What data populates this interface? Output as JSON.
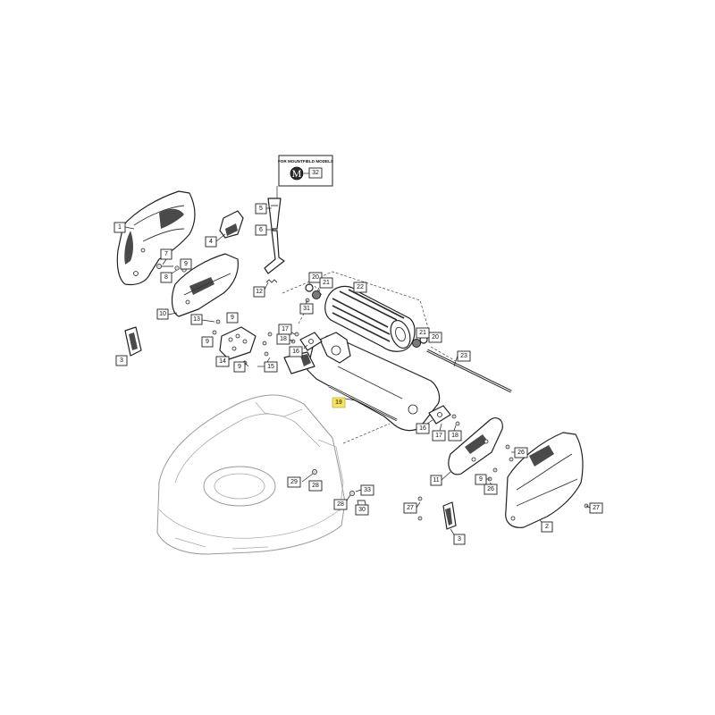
{
  "note": {
    "title": "FOR MOUNTFIELD MODELS",
    "logo_letter": "M",
    "part": "32"
  },
  "callouts": [
    {
      "id": "c1",
      "label": "1"
    },
    {
      "id": "c2",
      "label": "2"
    },
    {
      "id": "c3a",
      "label": "3"
    },
    {
      "id": "c3b",
      "label": "3"
    },
    {
      "id": "c4",
      "label": "4"
    },
    {
      "id": "c5",
      "label": "5"
    },
    {
      "id": "c6",
      "label": "6"
    },
    {
      "id": "c7",
      "label": "7"
    },
    {
      "id": "c8",
      "label": "8"
    },
    {
      "id": "c9a",
      "label": "9"
    },
    {
      "id": "c9b",
      "label": "9"
    },
    {
      "id": "c9c",
      "label": "9"
    },
    {
      "id": "c9d",
      "label": "9"
    },
    {
      "id": "c9e",
      "label": "9"
    },
    {
      "id": "c10",
      "label": "10"
    },
    {
      "id": "c11",
      "label": "11"
    },
    {
      "id": "c12",
      "label": "12"
    },
    {
      "id": "c13",
      "label": "13"
    },
    {
      "id": "c14",
      "label": "14"
    },
    {
      "id": "c15",
      "label": "15"
    },
    {
      "id": "c16a",
      "label": "16"
    },
    {
      "id": "c16b",
      "label": "16"
    },
    {
      "id": "c17a",
      "label": "17"
    },
    {
      "id": "c17b",
      "label": "17"
    },
    {
      "id": "c18a",
      "label": "18"
    },
    {
      "id": "c18b",
      "label": "18"
    },
    {
      "id": "c19",
      "label": "19"
    },
    {
      "id": "c20a",
      "label": "20"
    },
    {
      "id": "c20b",
      "label": "20"
    },
    {
      "id": "c21a",
      "label": "21"
    },
    {
      "id": "c21b",
      "label": "21"
    },
    {
      "id": "c22",
      "label": "22"
    },
    {
      "id": "c23",
      "label": "23"
    },
    {
      "id": "c26a",
      "label": "26"
    },
    {
      "id": "c26b",
      "label": "26"
    },
    {
      "id": "c27a",
      "label": "27"
    },
    {
      "id": "c27b",
      "label": "27"
    },
    {
      "id": "c28a",
      "label": "28"
    },
    {
      "id": "c28b",
      "label": "28"
    },
    {
      "id": "c29",
      "label": "29"
    },
    {
      "id": "c30",
      "label": "30"
    },
    {
      "id": "c31",
      "label": "31"
    },
    {
      "id": "c33",
      "label": "33"
    }
  ],
  "colors": {
    "highlight": "#f4e46a",
    "line": "#222222"
  }
}
